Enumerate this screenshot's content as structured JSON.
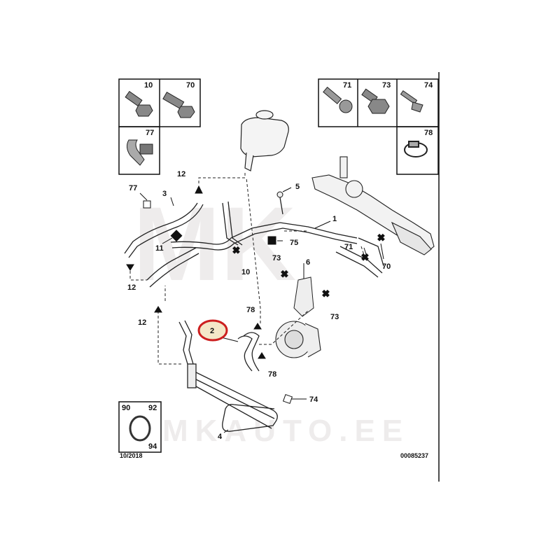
{
  "watermark": {
    "big": "MK",
    "url": "MKAUTO.EE"
  },
  "boxes": {
    "b10": "10",
    "b70": "70",
    "b77": "77",
    "b71": "71",
    "b73": "73",
    "b74": "74",
    "b78": "78",
    "b90": "90",
    "b92": "92",
    "b94": "94"
  },
  "callouts": {
    "c1": "1",
    "c2": "2",
    "c3": "3",
    "c4": "4",
    "c5": "5",
    "c6": "6",
    "c10": "10",
    "c11": "11",
    "c12a": "12",
    "c12b": "12",
    "c12c": "12",
    "c70": "70",
    "c71": "71",
    "c73a": "73",
    "c73b": "73",
    "c74": "74",
    "c75": "75",
    "c77": "77",
    "c78a": "78",
    "c78b": "78"
  },
  "footer": {
    "date": "10/2018",
    "ref": "00085237"
  },
  "highlight_color": "#cc1f1f",
  "highlight_fill": "#f4e7c8"
}
